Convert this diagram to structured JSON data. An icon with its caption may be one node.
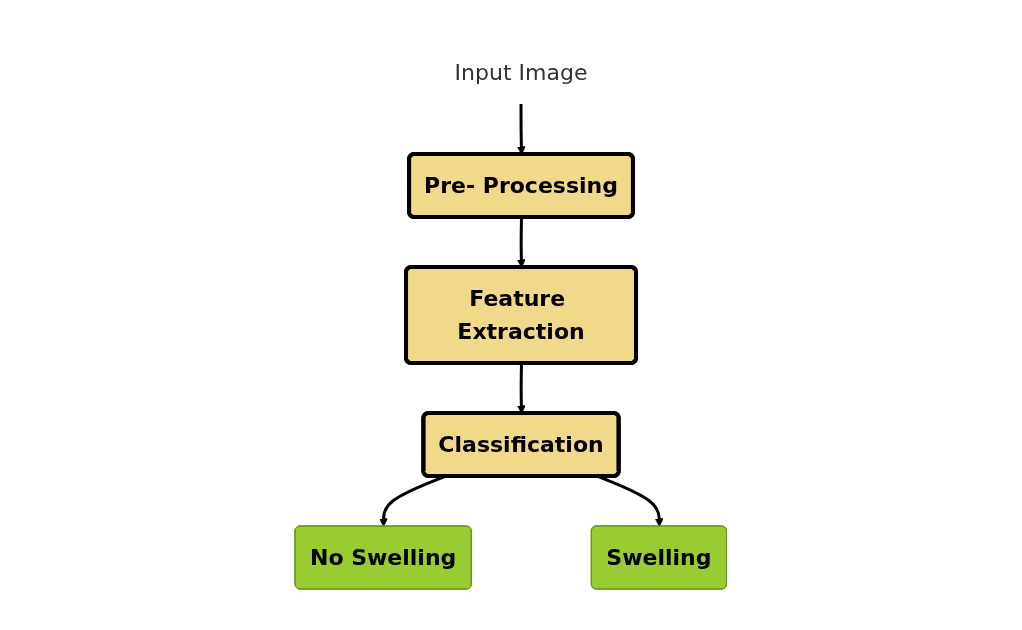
{
  "diagram": {
    "nodes": [
      {
        "text": [
          "Input Image"
        ]
      },
      {
        "text": [
          "Pre- Processing"
        ]
      },
      {
        "text": [
          "Feature Extraction"
        ]
      },
      {
        "text": [
          "Classification"
        ]
      },
      {
        "text": [
          "No Swelling"
        ]
      },
      {
        "text": [
          "Swelling"
        ]
      }
    ],
    "edges": [
      {
        "from": 0,
        "to": 1,
        "arrow": "to"
      },
      {
        "from": 1,
        "to": 2,
        "arrow": "to"
      },
      {
        "from": 2,
        "to": 3,
        "arrow": "to"
      },
      {
        "from": 3,
        "to": 4,
        "arrow": "to"
      },
      {
        "from": 3,
        "to": 5,
        "arrow": "to"
      }
    ]
  }
}
